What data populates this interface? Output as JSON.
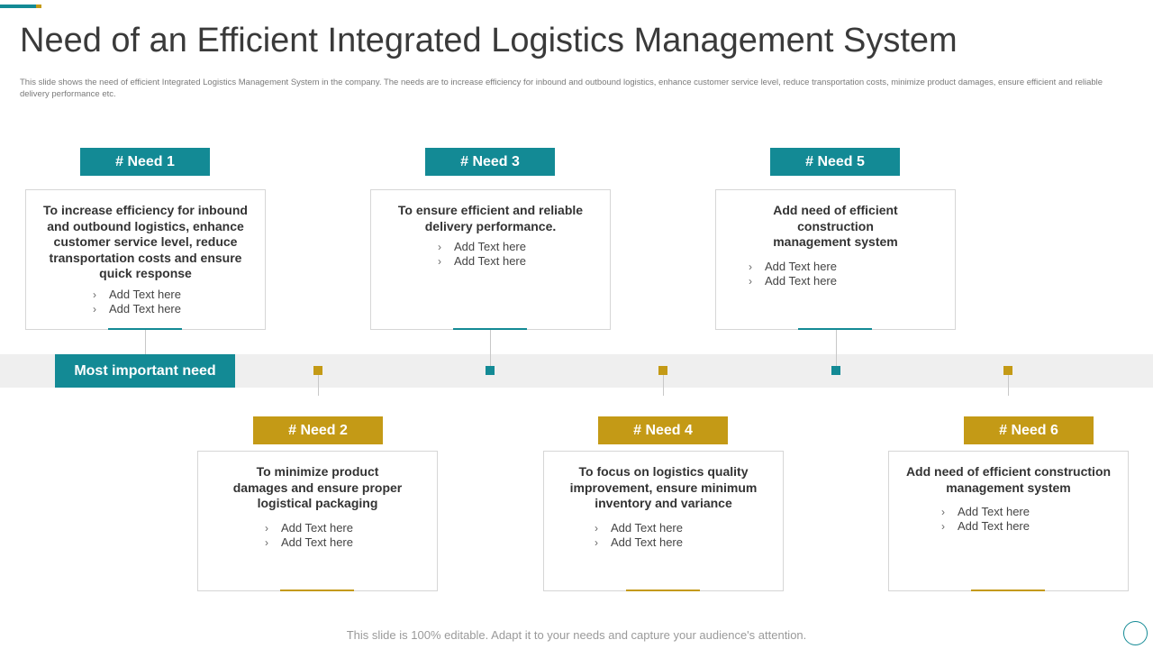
{
  "header": {
    "title": "Need of an Efficient Integrated Logistics Management System",
    "subtitle": "This slide shows the need of efficient Integrated Logistics Management System in the company. The needs are to increase efficiency for inbound and outbound logistics, enhance customer service level, reduce transportation costs, minimize product damages, ensure efficient and reliable delivery performance etc."
  },
  "timeline": {
    "label": "Most important need"
  },
  "needs": [
    {
      "tag": "# Need 1",
      "text": "To increase efficiency for inbound and outbound logistics, enhance customer service level, reduce transportation costs and ensure quick response",
      "bullets": [
        "Add Text here",
        "Add Text here"
      ],
      "color": "#138a95"
    },
    {
      "tag": "# Need 2",
      "text": "To minimize product damages and ensure proper logistical packaging",
      "bullets": [
        "Add Text here",
        "Add Text here"
      ],
      "color": "#c49a16"
    },
    {
      "tag": "# Need 3",
      "text": "To ensure efficient and reliable delivery performance.",
      "bullets": [
        "Add Text here",
        "Add Text here"
      ],
      "color": "#138a95"
    },
    {
      "tag": "# Need 4",
      "text": "To focus on logistics quality improvement, ensure minimum inventory and variance",
      "bullets": [
        "Add Text here",
        "Add Text here"
      ],
      "color": "#c49a16"
    },
    {
      "tag": "# Need 5",
      "text": "Add need of efficient construction management system",
      "bullets": [
        "Add Text here",
        "Add Text here"
      ],
      "color": "#138a95"
    },
    {
      "tag": "# Need 6",
      "text": "Add need of efficient construction management system",
      "bullets": [
        "Add Text here",
        "Add Text here"
      ],
      "color": "#c49a16"
    }
  ],
  "footer": {
    "text": "This slide is 100% editable. Adapt it to your needs and capture your audience's attention."
  }
}
